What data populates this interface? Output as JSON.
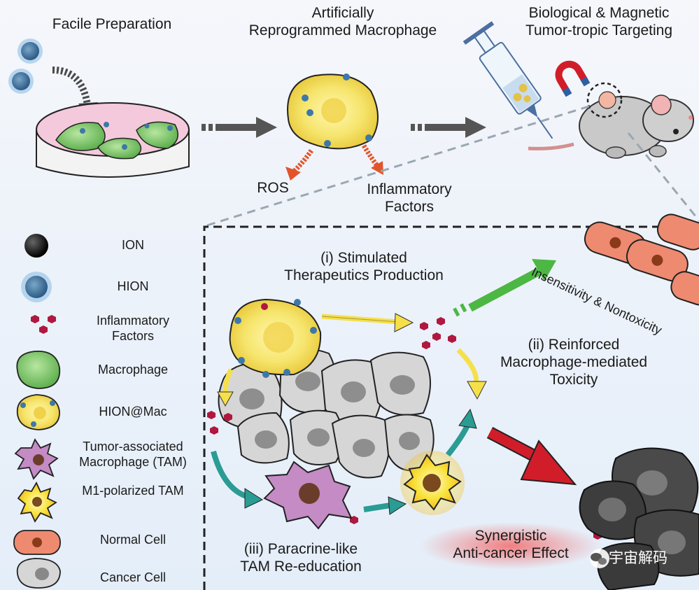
{
  "stages": {
    "prep": "Facile Preparation",
    "reprogram": [
      "Artificially",
      "Reprogrammed Macrophage"
    ],
    "targeting": [
      "Biological & Magnetic",
      "Tumor-tropic Targeting"
    ]
  },
  "outputs": {
    "ros": "ROS",
    "inflammatory": [
      "Inflammatory",
      "Factors"
    ]
  },
  "mechanisms": {
    "stimulated": [
      "(i) Stimulated",
      "Therapeutics Production"
    ],
    "reinforced": [
      "(ii) Reinforced",
      "Macrophage-mediated",
      "Toxicity"
    ],
    "paracrine": [
      "(iii) Paracrine-like",
      "TAM Re-education"
    ],
    "insensitivity": "Insensitivity & Nontoxicity",
    "synergy": [
      "Synergistic",
      "Anti-cancer Effect"
    ]
  },
  "legend": [
    {
      "label": "ION"
    },
    {
      "label": "HION"
    },
    {
      "label": "Inflammatory Factors"
    },
    {
      "label": "Macrophage"
    },
    {
      "label": "HION@Mac"
    },
    {
      "label": "Tumor-associated Macrophage (TAM)"
    },
    {
      "label": "M1-polarized TAM"
    },
    {
      "label": "Normal Cell"
    },
    {
      "label": "Cancer Cell"
    }
  ],
  "watermark": "宇宙解码",
  "colors": {
    "macrophage_green": "#7cc46a",
    "hion_mac_yellow": "#f5e26b",
    "tam_purple": "#c48bc4",
    "m1_yellow": "#f7d93a",
    "normal_cell": "#ee8a70",
    "cancer_cell": "#d6d6d6",
    "dark_cancer": "#4a4a4a",
    "arrow_gray": "#555555",
    "arrow_orange": "#e4542a",
    "arrow_green": "#4cb743",
    "arrow_teal": "#2a9c94",
    "arrow_red": "#d11d2a",
    "arrow_yellow": "#f5e04a",
    "factor_red": "#b0183f",
    "hion_blue": "#3d78a8"
  }
}
